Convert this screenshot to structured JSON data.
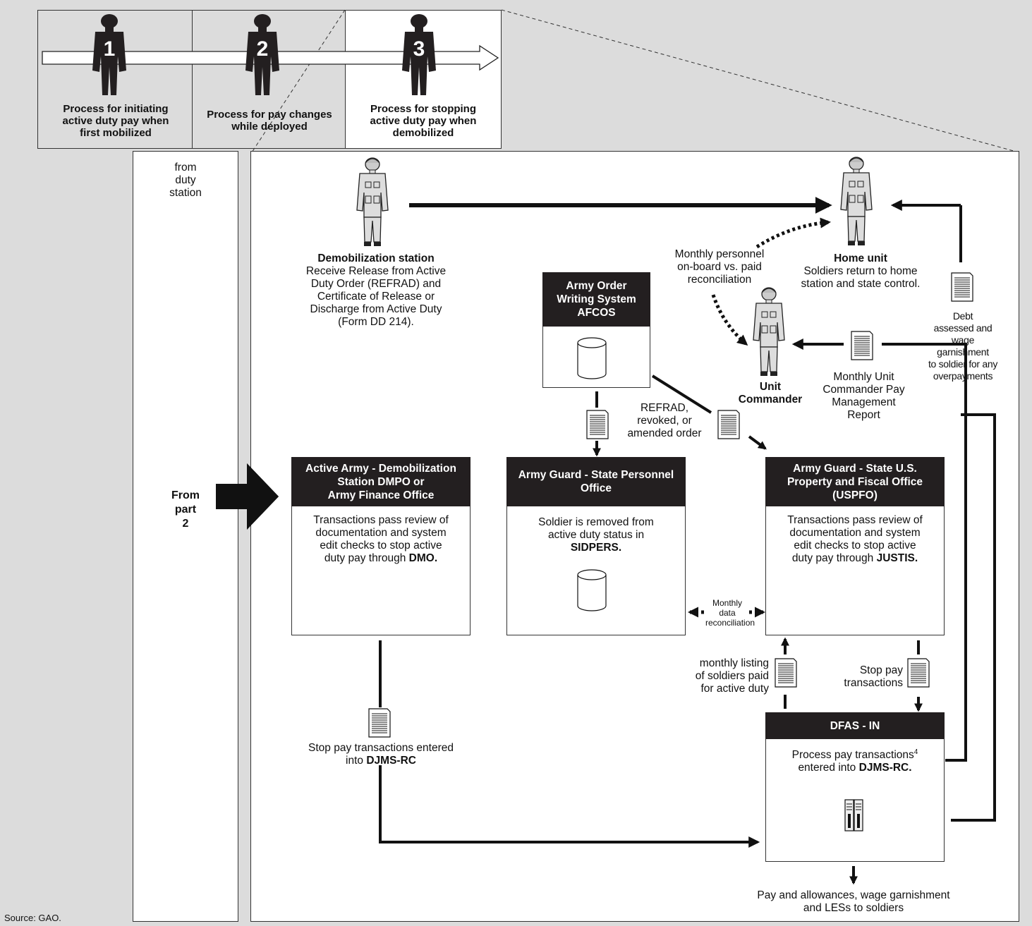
{
  "steps": [
    {
      "number": "1",
      "label_lines": [
        "Process for initiating",
        "active duty pay when",
        "first mobilized"
      ]
    },
    {
      "number": "2",
      "label_lines": [
        "Process for pay changes",
        "while deployed"
      ]
    },
    {
      "number": "3",
      "label_lines": [
        "Process for stopping",
        "active duty pay when",
        "demobilized"
      ]
    }
  ],
  "left_column": {
    "from_duty_station": [
      "from",
      "duty",
      "station"
    ],
    "from_part": [
      "From",
      "part",
      "2"
    ]
  },
  "demob_station": {
    "title": "Demobilization station",
    "text_lines": [
      "Receive Release from Active",
      "Duty Order (REFRAD) and",
      "Certificate of Release or",
      "Discharge from Active Duty",
      "(Form DD 214)."
    ]
  },
  "home_unit": {
    "title": "Home unit",
    "text_lines": [
      "Soldiers return to home",
      "station and state control."
    ]
  },
  "monthly_personnel": [
    "Monthly personnel",
    "on-board vs. paid",
    "reconciliation"
  ],
  "unit_commander": [
    "Unit",
    "Commander"
  ],
  "afcos": {
    "title_lines": [
      "Army Order",
      "Writing System",
      "AFCOS"
    ]
  },
  "refrad_label": [
    "REFRAD,",
    "revoked, or",
    "amended order"
  ],
  "monthly_uc_report": [
    "Monthly Unit",
    "Commander Pay",
    "Management",
    "Report"
  ],
  "debt_label": [
    "Debt",
    "assessed and",
    "wage",
    "garnishment",
    "to soldier for any",
    "overpayments"
  ],
  "active_army": {
    "title_lines": [
      "Active Army - Demobilization",
      "Station DMPO or",
      "Army Finance Office"
    ],
    "body_lines": [
      "Transactions pass review of",
      "documentation and system",
      "edit checks to stop active",
      "duty pay through "
    ],
    "bold_term": "DMO."
  },
  "state_personnel": {
    "title_lines": [
      "Army Guard - State Personnel",
      "Office"
    ],
    "body_lines": [
      "Soldier is removed from",
      "active duty status in"
    ],
    "bold_term": "SIDPERS."
  },
  "uspfo": {
    "title_lines": [
      "Army Guard - State U.S.",
      "Property and Fiscal Office",
      "(USPFO)"
    ],
    "body_lines": [
      "Transactions pass review of",
      "documentation and system",
      "edit checks to stop active",
      "duty pay through "
    ],
    "bold_term": "JUSTIS."
  },
  "monthly_data_recon": [
    "Monthly",
    "data",
    "reconciliation"
  ],
  "monthly_listing": [
    "monthly listing",
    "of soldiers paid",
    "for active duty"
  ],
  "stop_pay_right": [
    "Stop pay",
    "transactions"
  ],
  "stop_pay_left": {
    "line1": "Stop pay transactions  entered",
    "line2_prefix": "into ",
    "bold_term": "DJMS-RC"
  },
  "dfas": {
    "title": "DFAS - IN",
    "line1": "Process pay transactions",
    "superscript": "4",
    "line2_prefix": "entered into ",
    "bold_term": "DJMS-RC."
  },
  "pay_allowances": [
    "Pay and allowances, wage garnishment",
    "and LESs to soldiers"
  ],
  "source": "Source: GAO."
}
